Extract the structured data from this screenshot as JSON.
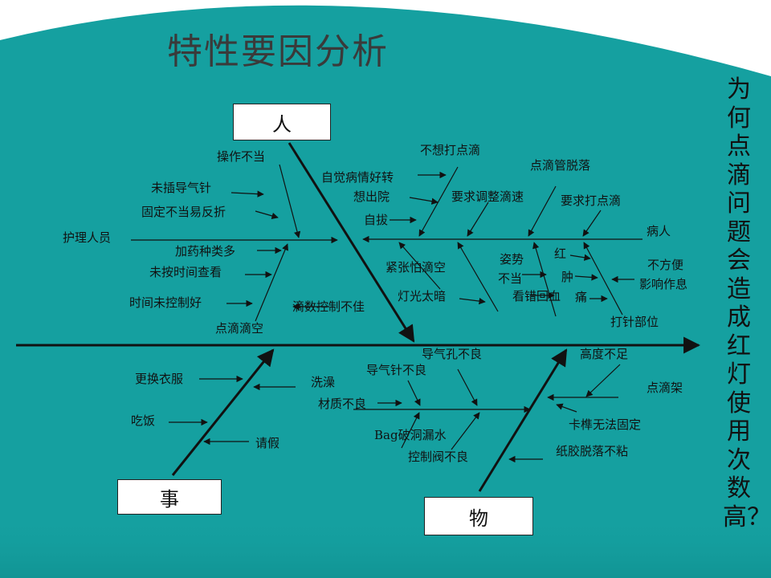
{
  "title": "特性要因分析",
  "effect": "为何点滴问题会造成红灯使用次数高？",
  "categories": {
    "people": "人",
    "matter": "事",
    "things": "物"
  },
  "causes": {
    "operate_improper": "操作不当",
    "no_air_needle": "未插导气针",
    "fixing_poor": "固定不当易反折",
    "nurse": "护理人员",
    "add_drug_types": "加药种类多",
    "not_check_time": "未按时间查看",
    "time_not_controlled": "时间未控制好",
    "drip_rate_poor": "滴数控制不佳",
    "drip_empty": "点滴滴空",
    "self_feel_better": "自觉病情好转",
    "want_discharge": "想出院",
    "self_pull": "自拔",
    "not_want_drip": "不想打点滴",
    "ask_adjust_speed": "要求调整滴速",
    "tube_off": "点滴管脱落",
    "ask_drip": "要求打点滴",
    "patient": "病人",
    "nervous_empty": "紧张怕滴空",
    "light_dim": "灯光太暗",
    "posture": "姿势",
    "improper": "不当",
    "see_backflow": "看错回血",
    "red": "红",
    "swollen": "肿",
    "pain": "痛",
    "inconvenient": "不方便",
    "affect_rest": "影响作息",
    "needle_site": "打针部位",
    "change_clothes": "更换衣服",
    "bath": "洗澡",
    "eat": "吃饭",
    "leave": "请假",
    "vent_hole_poor": "导气孔不良",
    "air_needle_poor": "导气针不良",
    "material_poor": "材质不良",
    "bag_leak": "Bag破洞漏水",
    "control_valve_poor": "控制阀不良",
    "height_insufficient": "高度不足",
    "iv_stand": "点滴架",
    "latch_cannot_fix": "卡榫无法固定",
    "tape_off": "纸胶脱落不粘"
  },
  "colors": {
    "background_teal": "#15a0a0",
    "line": "#111111"
  }
}
